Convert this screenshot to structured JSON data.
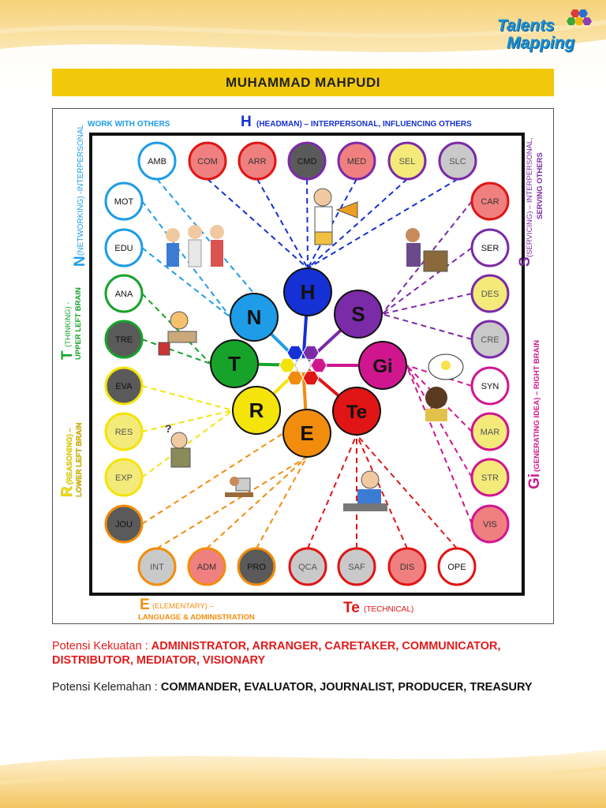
{
  "header": {
    "logo_line1": "Talents",
    "logo_line2": "Mapping",
    "name": "MUHAMMAD MAHPUDI"
  },
  "chart": {
    "top_label": "WORK WITH OTHERS",
    "h_letter": "H",
    "h_label": "(HEADMAN) – INTERPERSONAL, INFLUENCING OTHERS",
    "n_letter": "N",
    "n_label": "(NETWORKING) -INTERPERSONAL",
    "t_letter": "T",
    "t_label1": "(THINKING) -",
    "t_label2": "UPPER LEFT BRAIN",
    "r_letter": "R",
    "r_label1": "(REASONING) –",
    "r_label2": "LOWER LEFT BRAIN",
    "s_letter": "S",
    "s_label1": "(SERVICING) – INTERPERSONAL,",
    "s_label2": "SERVING OTHERS",
    "gi_letter": "Gi",
    "gi_label": "(GENERATING IDEA) – RIGHT BRAIN",
    "e_letter": "E",
    "e_label1": "(ELEMENTARY) –",
    "e_label2": "LANGUAGE & ADMINISTRATION",
    "te_letter": "Te",
    "te_label": "(TECHNICAL)",
    "center_letters": [
      "H",
      "S",
      "Gi",
      "Te",
      "E",
      "R",
      "T",
      "N"
    ],
    "top_row": [
      "AMB",
      "COM",
      "ARR",
      "CMD",
      "MED",
      "SEL",
      "SLC"
    ],
    "left_col": [
      "MOT",
      "EDU",
      "ANA",
      "TRE",
      "EVA",
      "RES",
      "EXP",
      "JOU"
    ],
    "right_col": [
      "CAR",
      "SER",
      "DES",
      "CRE",
      "SYN",
      "MAR",
      "STR",
      "VIS"
    ],
    "bottom_row": [
      "INT",
      "ADM",
      "PRO",
      "QCA",
      "SAF",
      "DIS",
      "OPE"
    ]
  },
  "potensi": {
    "kekuatan_label": "Potensi Kekuatan : ",
    "kekuatan_value": "ADMINISTRATOR, ARRANGER, CARETAKER, COMMUNICATOR, DISTRIBUTOR, MEDIATOR, VISIONARY",
    "kelemahan_label": "Potensi Kelemahan : ",
    "kelemahan_value": "COMMANDER, EVALUATOR, JOURNALIST, PRODUCER, TREASURY"
  }
}
